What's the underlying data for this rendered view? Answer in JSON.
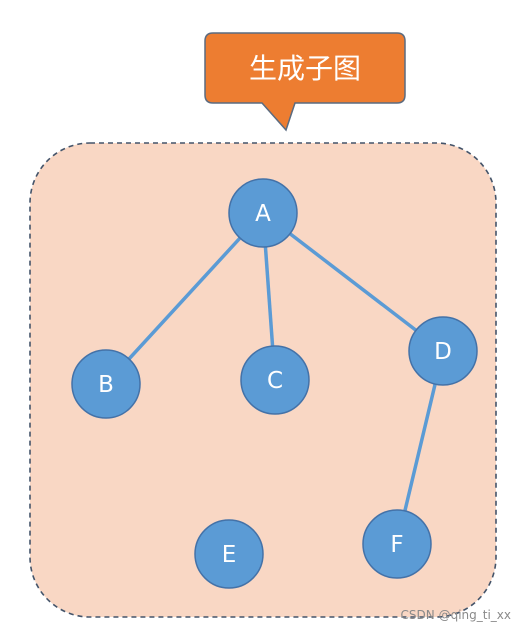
{
  "callout": {
    "text": "生成子图"
  },
  "nodes": [
    {
      "id": "A",
      "label": "A"
    },
    {
      "id": "B",
      "label": "B"
    },
    {
      "id": "C",
      "label": "C"
    },
    {
      "id": "D",
      "label": "D"
    },
    {
      "id": "E",
      "label": "E"
    },
    {
      "id": "F",
      "label": "F"
    }
  ],
  "edges": [
    {
      "from": "A",
      "to": "B"
    },
    {
      "from": "A",
      "to": "C"
    },
    {
      "from": "A",
      "to": "D"
    },
    {
      "from": "D",
      "to": "F"
    }
  ],
  "colors": {
    "callout_fill": "#ED7D31",
    "subgraph_fill": "#F9D7C4",
    "subgraph_border": "#44546A",
    "node_fill": "#5B9BD5",
    "node_stroke": "#4472A8",
    "edge": "#5B9BD5"
  },
  "watermark": "CSDN @qing_ti_xx"
}
